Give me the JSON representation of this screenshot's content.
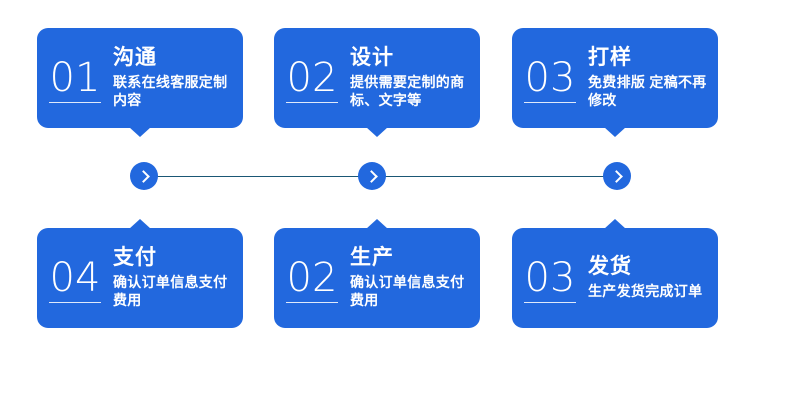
{
  "theme": {
    "card_blue": "#2268de",
    "node_blue": "#2268de",
    "line_color": "#1a5775",
    "text_color": "#ffffff",
    "background": "#ffffff"
  },
  "flow": {
    "top_row": [
      {
        "number": "01",
        "title": "沟通",
        "desc": "联系在线客服定制内容"
      },
      {
        "number": "02",
        "title": "设计",
        "desc": "提供需要定制的商标、文字等"
      },
      {
        "number": "03",
        "title": "打样",
        "desc": "免费排版 定稿不再修改"
      }
    ],
    "bottom_row": [
      {
        "number": "04",
        "title": "支付",
        "desc": "确认订单信息支付费用"
      },
      {
        "number": "02",
        "title": "生产",
        "desc": "确认订单信息支付费用"
      },
      {
        "number": "03",
        "title": "发货",
        "desc": "生产发货完成订单"
      }
    ],
    "connector_nodes": [
      {
        "icon": "chevron-right-icon"
      },
      {
        "icon": "chevron-right-icon"
      },
      {
        "icon": "chevron-right-icon"
      }
    ]
  }
}
